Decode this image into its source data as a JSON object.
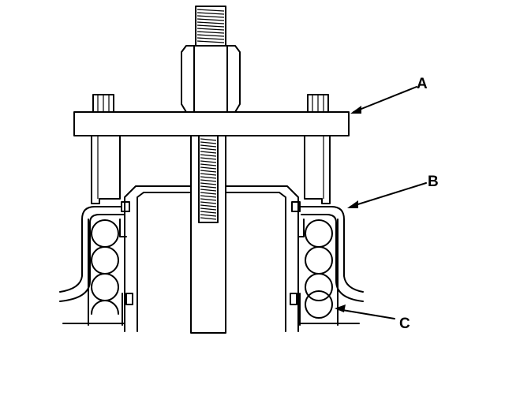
{
  "labels": {
    "a": "A",
    "b": "B",
    "c": "C"
  },
  "colors": {
    "ink": "#000000",
    "background": "#ffffff"
  }
}
